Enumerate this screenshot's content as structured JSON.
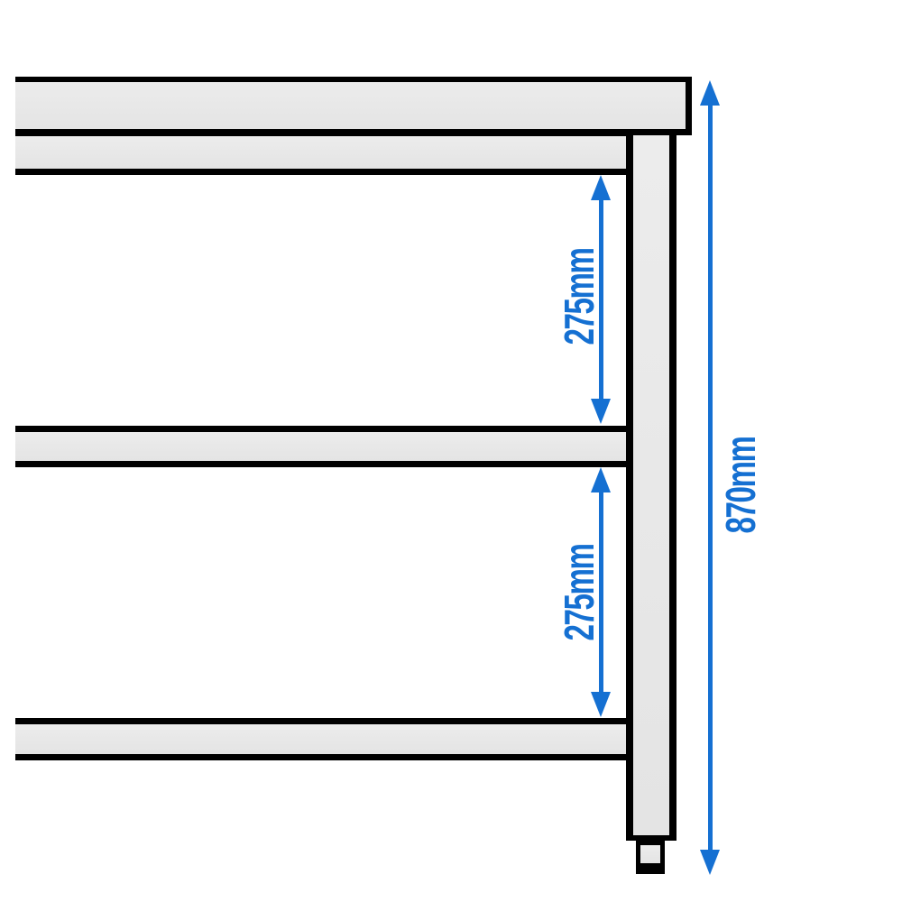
{
  "diagram": {
    "type": "product-dimension-diagram",
    "subject": "Work table with undershelf and two shelves, side profile view",
    "dimensions": {
      "upper_shelf_gap": "275mm",
      "lower_shelf_gap": "275mm",
      "total_height": "870mm"
    },
    "colors": {
      "accent_blue": "#1570d2",
      "part_fill": "#e8e8e8",
      "outline": "#000000",
      "background": "#ffffff"
    },
    "parts": [
      "tabletop",
      "under-top-rail",
      "middle-shelf",
      "bottom-shelf",
      "table-leg",
      "adjustable-foot"
    ]
  }
}
